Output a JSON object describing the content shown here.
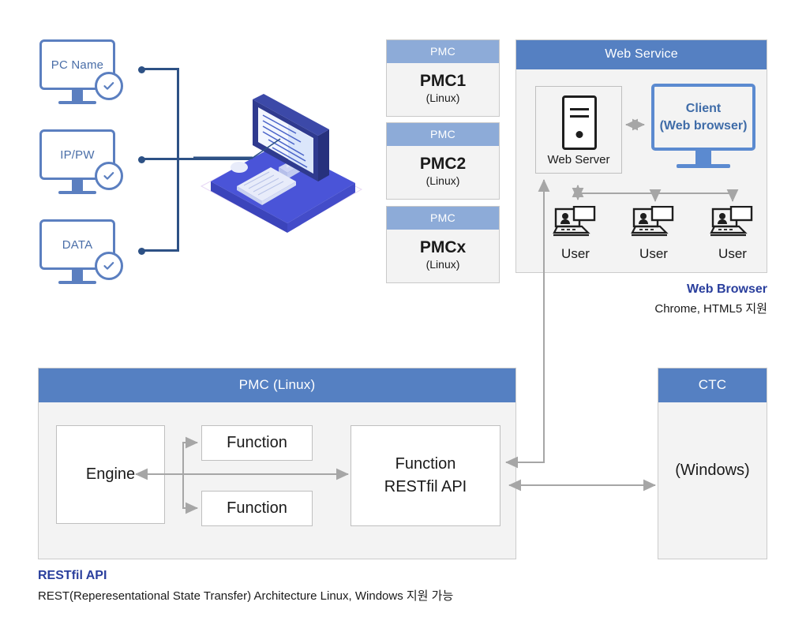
{
  "inputs": {
    "items": [
      {
        "label": "PC Name",
        "icon": "monitor-icon",
        "status_icon": "check-circle-icon"
      },
      {
        "label": "IP/PW",
        "icon": "monitor-icon",
        "status_icon": "check-circle-icon"
      },
      {
        "label": "DATA",
        "icon": "monitor-icon",
        "status_icon": "check-circle-icon"
      }
    ]
  },
  "illustration": {
    "name": "isometric-desktop-computer"
  },
  "pmc_cards": [
    {
      "header": "PMC",
      "title": "PMC1",
      "subtitle": "(Linux)"
    },
    {
      "header": "PMC",
      "title": "PMC2",
      "subtitle": "(Linux)"
    },
    {
      "header": "PMC",
      "title": "PMCx",
      "subtitle": "(Linux)"
    }
  ],
  "web_service": {
    "header": "Web Service",
    "server": {
      "label": "Web Server",
      "icon": "server-tower-icon"
    },
    "client": {
      "line1": "Client",
      "line2": "(Web browser)",
      "icon": "monitor-icon"
    },
    "users": [
      {
        "label": "User",
        "icon": "user-laptop-icon"
      },
      {
        "label": "User",
        "icon": "user-laptop-icon"
      },
      {
        "label": "User",
        "icon": "user-laptop-icon"
      }
    ]
  },
  "web_browser_caption": {
    "title": "Web Browser",
    "subtitle": "Chrome, HTML5 지원"
  },
  "pmc_panel": {
    "header": "PMC (Linux)",
    "engine": "Engine",
    "functions": [
      "Function",
      "Function"
    ],
    "api_box": {
      "line1": "Function",
      "line2": "RESTfil API"
    }
  },
  "ctc_panel": {
    "header": "CTC",
    "body": "(Windows)"
  },
  "rest_caption": {
    "title": "RESTfil API",
    "subtitle": "REST(Reperesentational State Transfer) Architecture Linux, Windows 지원 가능"
  },
  "colors": {
    "header_blue": "#5580c2",
    "light_blue": "#8dabd8",
    "outline_blue": "#5b7fc0",
    "caption_blue": "#2a3f9d",
    "panel_bg": "#f3f3f3",
    "arrow_gray": "#a6a6a6",
    "connector_navy": "#2d5185"
  }
}
